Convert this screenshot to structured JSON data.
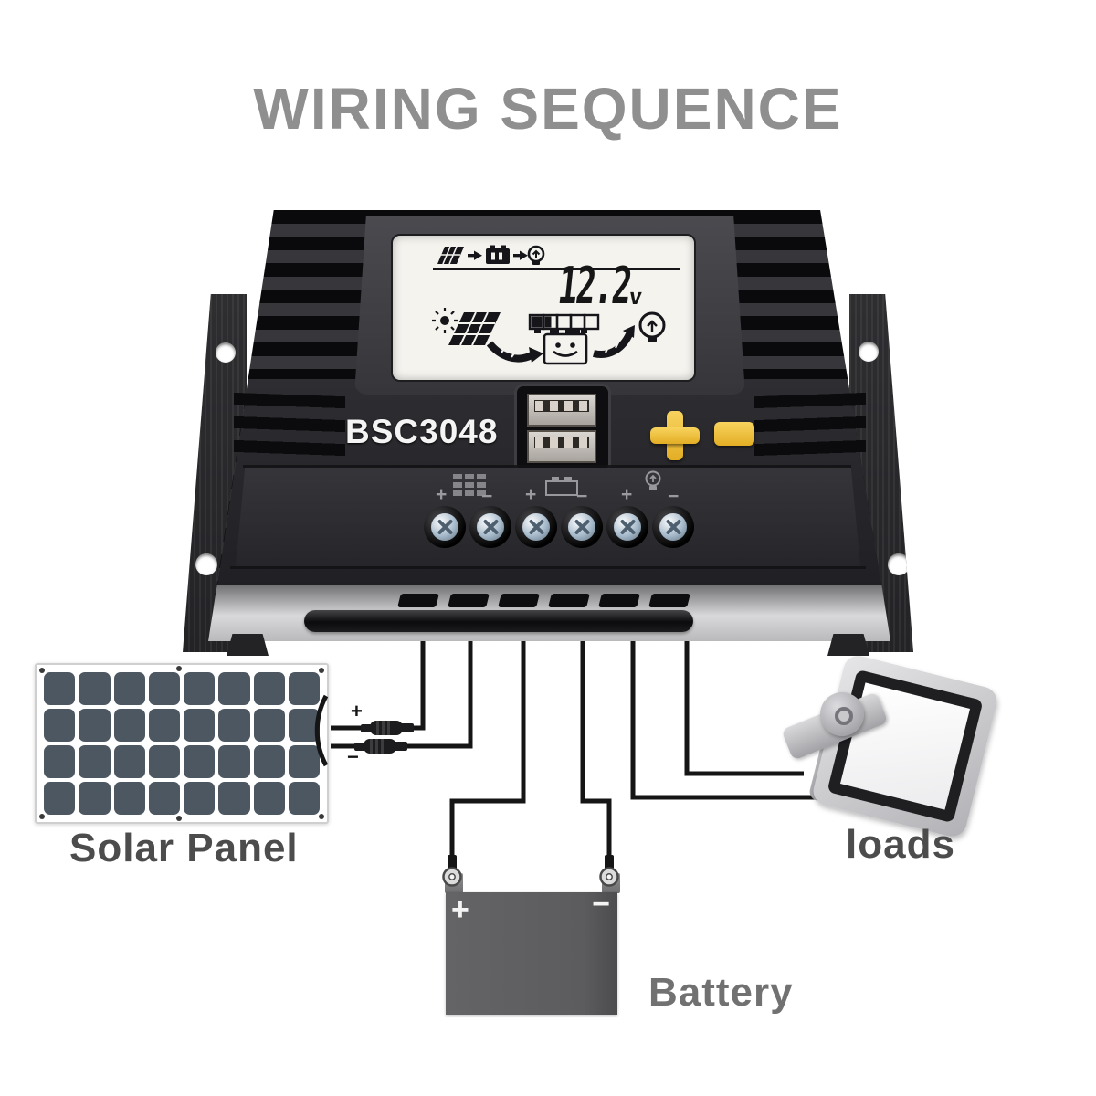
{
  "title": "WIRING SEQUENCE",
  "controller": {
    "model": "BSC3048",
    "lcd": {
      "voltage": "12.2",
      "voltage_unit": "v",
      "status_icons": [
        "solar-panel",
        "battery",
        "lamp"
      ],
      "bottom_icons": [
        "sun",
        "solar-panel",
        "battery-level-gauge",
        "charge-arrow",
        "battery-smiley",
        "discharge-arrow",
        "lamp"
      ]
    },
    "buttons": [
      {
        "name": "plus-button",
        "symbol": "+"
      },
      {
        "name": "minus-button",
        "symbol": "−"
      }
    ],
    "usb_ports": 2,
    "terminals": [
      {
        "name": "solar-input",
        "icon": "solar-panel-icon",
        "plus": "+",
        "minus": "−"
      },
      {
        "name": "battery",
        "icon": "battery-icon",
        "plus": "+",
        "minus": "−"
      },
      {
        "name": "load-output",
        "icon": "lamp-icon",
        "plus": "+",
        "minus": "−"
      }
    ],
    "screw_terminals": 6
  },
  "solar_panel": {
    "label": "Solar Panel",
    "rows": 4,
    "cols": 8,
    "junction": {
      "plus": "+",
      "minus": "−"
    }
  },
  "battery": {
    "label": "Battery",
    "plus": "+",
    "minus": "−"
  },
  "loads": {
    "label": "loads"
  },
  "colors": {
    "title_gray": "#8F8F8F",
    "label_gray": "#4C4C4C",
    "body_dark": "#2B2B2F",
    "accent_yellow": "#F0C33C",
    "lcd_bg": "#F4F3EE",
    "solar_cell": "#4D5761",
    "battery_gray": "#5F5F61",
    "wire_black": "#151515"
  }
}
